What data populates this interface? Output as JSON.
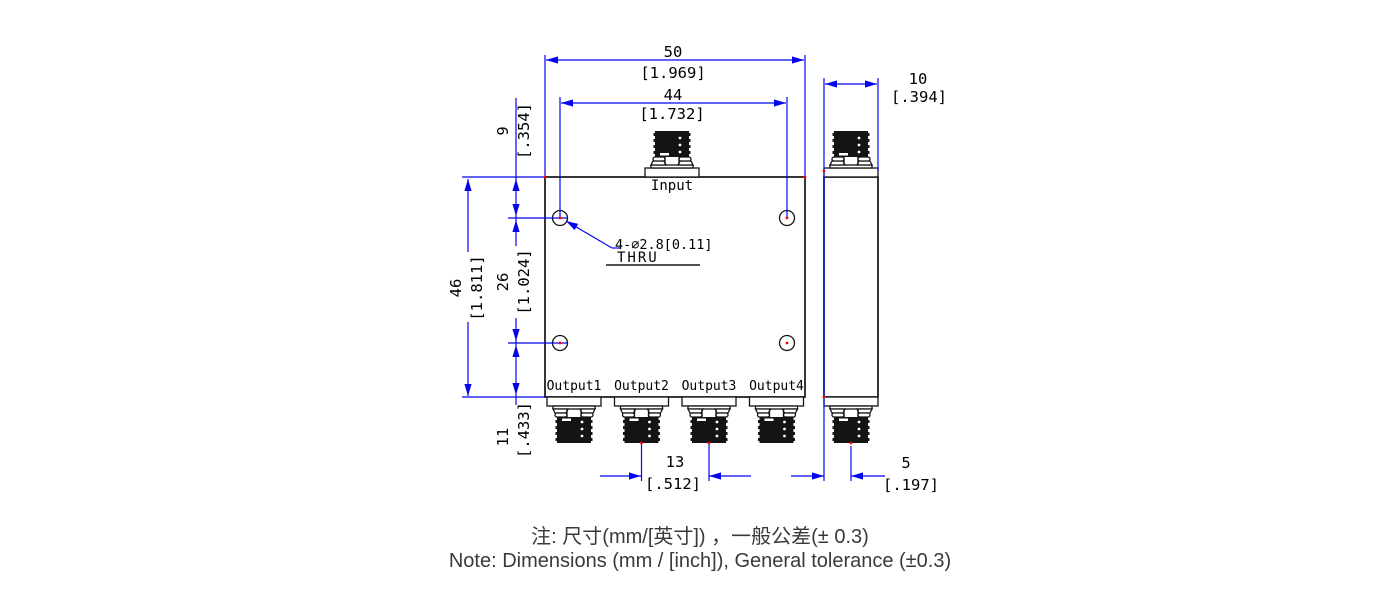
{
  "front_view": {
    "input_label": "Input",
    "output_labels": [
      "Output1",
      "Output2",
      "Output3",
      "Output4"
    ],
    "hole_callout": {
      "line1": "4-∅2.8[0.11]",
      "line2": "THRU"
    }
  },
  "dimensions": {
    "overall_width": {
      "mm": "50",
      "inch": "[1.969]"
    },
    "hole_spacing_horizontal": {
      "mm": "44",
      "inch": "[1.732]"
    },
    "top_hole_offset": {
      "mm": "9",
      "inch": "[.354]"
    },
    "overall_height": {
      "mm": "46",
      "inch": "[1.811]"
    },
    "hole_spacing_vertical": {
      "mm": "26",
      "inch": "[1.024]"
    },
    "bottom_hole_offset": {
      "mm": "11",
      "inch": "[.433]"
    },
    "output_pitch": {
      "mm": "13",
      "inch": "[.512]"
    },
    "body_thickness": {
      "mm": "10",
      "inch": "[.394]"
    },
    "connector_center_offset": {
      "mm": "5",
      "inch": "[.197]"
    }
  },
  "notes": {
    "chinese": "注: 尺寸(mm/[英寸]) ，一般公差(± 0.3)",
    "english": "Note: Dimensions (mm / [inch]), General tolerance (±0.3)"
  },
  "colors": {
    "dimension": "#0505ee",
    "line": "#141414",
    "text": "#000000",
    "center_mark": "#ff0000",
    "note": "#3a3a3a"
  }
}
